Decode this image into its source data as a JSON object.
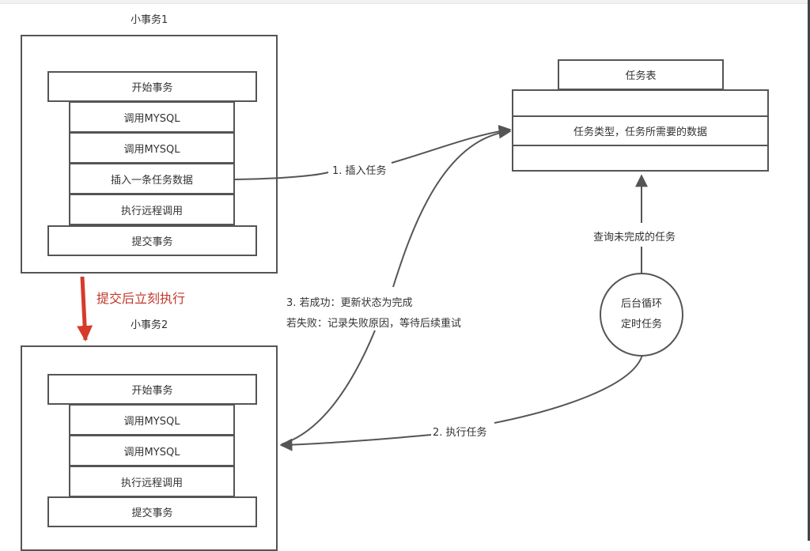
{
  "colors": {
    "stroke": "#555555",
    "text": "#333333",
    "accent_red": "#d63b2a"
  },
  "tx1": {
    "title": "小事务1",
    "steps": [
      "开始事务",
      "调用MYSQL",
      "调用MYSQL",
      "插入一条任务数据",
      "执行远程调用",
      "提交事务"
    ]
  },
  "transition": {
    "label": "提交后立刻执行"
  },
  "tx2": {
    "title": "小事务2",
    "steps": [
      "开始事务",
      "调用MYSQL",
      "调用MYSQL",
      "执行远程调用",
      "提交事务"
    ]
  },
  "task_table": {
    "title": "任务表",
    "rows": [
      "",
      "任务类型，任务所需要的数据",
      ""
    ]
  },
  "scheduler": {
    "line1": "后台循环",
    "line2": "定时任务"
  },
  "edges": {
    "insert_task": "1. 插入任务",
    "query_unfinished": "查询未完成的任务",
    "execute_task": "2. 执行任务",
    "result_success": "3. 若成功：更新状态为完成",
    "result_failure": "若失败：记录失败原因，等待后续重试"
  }
}
